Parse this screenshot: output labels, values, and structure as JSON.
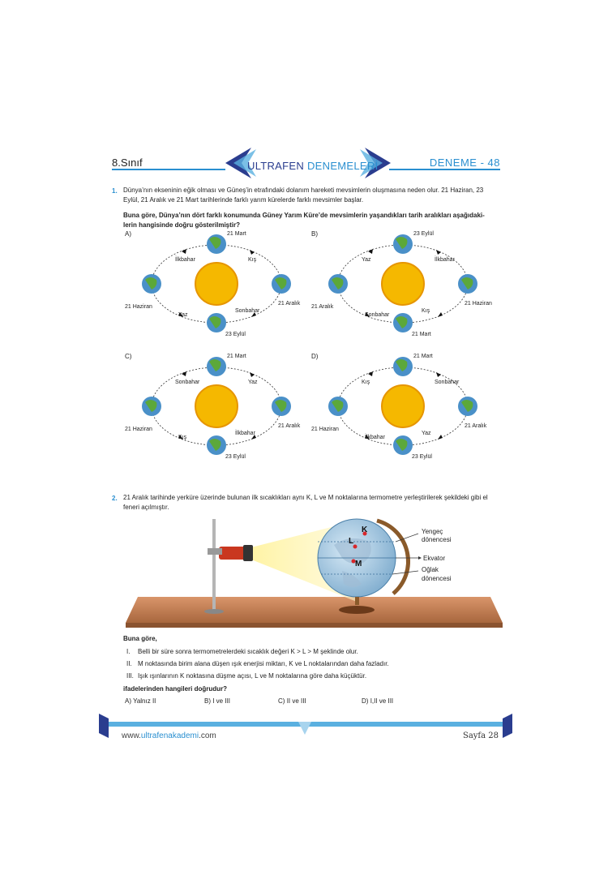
{
  "header": {
    "grade": "8.Sınıf",
    "brand_a": "ULTRAFEN",
    "brand_b": "DENEMELERİ",
    "exam": "DENEME - 48"
  },
  "q1": {
    "num": "1.",
    "text_line1": "Dünya’nın ekseninin eğik olması ve Güneş’in etrafındaki dolanım hareketi mevsimlerin oluşmasına neden olur. 21 Haziran, 23",
    "text_line2": "Eylül, 21 Aralık ve 21 Mart tarihlerinde farklı yarım kürelerde farklı mevsimler başlar.",
    "prompt_line1": "Buna göre, Dünya’nın dört farklı konumunda Güney Yarım Küre’de mevsimlerin yaşandıkları tarih aralıkları aşağıdaki-",
    "prompt_line2": "lerin hangisinde doğru gösterilmiştir?",
    "options": [
      {
        "label": "A)",
        "top": "21 Mart",
        "left": "21 Haziran",
        "right": "21 Aralık",
        "bottom": "23 Eylül",
        "tl": "İlkbahar",
        "tr": "Kış",
        "bl": "Yaz",
        "br": "Sonbahar"
      },
      {
        "label": "B)",
        "top": "23 Eylül",
        "left": "21 Aralık",
        "right": "21 Haziran",
        "bottom": "21 Mart",
        "tl": "Yaz",
        "tr": "İlkbahar",
        "bl": "Sonbahar",
        "br": "Kış"
      },
      {
        "label": "C)",
        "top": "21 Mart",
        "left": "21 Haziran",
        "right": "21 Aralık",
        "bottom": "23 Eylül",
        "tl": "Sonbahar",
        "tr": "Yaz",
        "bl": "Kış",
        "br": "İlkbahar"
      },
      {
        "label": "D)",
        "top": "21 Mart",
        "left": "21 Haziran",
        "right": "21 Aralık",
        "bottom": "23 Eylül",
        "tl": "Kış",
        "tr": "Sonbahar",
        "bl": "İlkbahar",
        "br": "Yaz"
      }
    ]
  },
  "q2": {
    "num": "2.",
    "text_line1": "21 Aralık tarihinde yerküre üzerinde bulunan ilk sıcaklıkları aynı K, L ve M noktalarına termometre yerleştirilerek şekildeki gibi el",
    "text_line2": "feneri açılmıştır.",
    "fig": {
      "K": "K",
      "L": "L",
      "M": "M",
      "yengec1": "Yengeç",
      "yengec2": "dönencesi",
      "ekvator": "Ekvator",
      "oglak1": "Oğlak",
      "oglak2": "dönencesi"
    },
    "buna": "Buna göre,",
    "items": [
      {
        "num": "I.",
        "text": "Belli bir süre sonra termometrelerdeki sıcaklık değeri K > L > M şeklinde olur."
      },
      {
        "num": "II.",
        "text": "M noktasında birim alana düşen ışık enerjisi miktarı, K ve L noktalarından daha fazladır."
      },
      {
        "num": "III.",
        "text": "Işık ışınlarının K noktasına düşme açısı, L ve M noktalarına göre daha küçüktür."
      }
    ],
    "ask": "ifadelerinden hangileri doğrudur?",
    "answers": [
      {
        "label": "A)",
        "text": "Yalnız II"
      },
      {
        "label": "B)",
        "text": "I ve III"
      },
      {
        "label": "C)",
        "text": "II ve III"
      },
      {
        "label": "D)",
        "text": "I,II ve III"
      }
    ]
  },
  "footer": {
    "url_a": "www.",
    "url_b": "ultrafenakademi",
    "url_c": ".com",
    "page": "Sayfa  28"
  },
  "colors": {
    "accent": "#2a8fd0",
    "navy": "#2a3d8f",
    "sun": "#f5b800",
    "table": "#c8824d"
  }
}
